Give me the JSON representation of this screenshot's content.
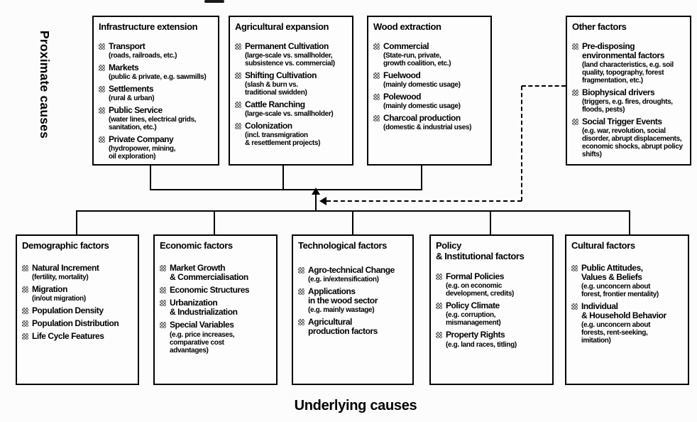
{
  "labels": {
    "proximate": "Proximate causes",
    "underlying": "Underlying causes"
  },
  "colors": {
    "line": "#000000",
    "background": "#fcfcfc",
    "bullet_dark": "#676767",
    "bullet_light": "#d9d9d9"
  },
  "icons": {
    "bullet": "checkered-square",
    "up_arrow": "solid-up-arrowhead",
    "left_arrow": "solid-left-arrowhead"
  },
  "proximate_boxes": [
    {
      "title": "Infrastructure extension",
      "items": [
        {
          "title": "Transport",
          "note": "(roads, railroads, etc.)"
        },
        {
          "title": "Markets",
          "note": "(public & private, e.g. sawmills)"
        },
        {
          "title": "Settlements",
          "note": "(rural & urban)"
        },
        {
          "title": "Public Service",
          "note": "(water lines, electrical grids,\nsanitation, etc.)"
        },
        {
          "title": "Private Company",
          "note": "(hydropower, mining,\noil exploration)"
        }
      ]
    },
    {
      "title": "Agricultural expansion",
      "items": [
        {
          "title": "Permanent Cultivation",
          "note": "(large-scale vs. smallholder,\nsubsistence vs. commercial)"
        },
        {
          "title": "Shifting Cultivation",
          "note": "(slash & burn vs.\ntraditional swidden)"
        },
        {
          "title": "Cattle Ranching",
          "note": "(large-scale vs. smallholder)"
        },
        {
          "title": "Colonization",
          "note": "(incl. transmigration\n& resettlement projects)"
        }
      ]
    },
    {
      "title": "Wood extraction",
      "items": [
        {
          "title": "Commercial",
          "note": "(State-run, private,\ngrowth coalition, etc.)"
        },
        {
          "title": "Fuelwood",
          "note": "(mainly domestic usage)"
        },
        {
          "title": "Polewood",
          "note": "(mainly domestic usage)"
        },
        {
          "title": "Charcoal production",
          "note": "(domestic & industrial uses)"
        }
      ]
    },
    {
      "title": "Other factors",
      "items": [
        {
          "title": "Pre-disposing\nenvironmental factors",
          "note": "(land characteristics, e.g. soil\nquality, topography, forest\nfragmentation, etc.)"
        },
        {
          "title": "Biophysical drivers",
          "note": "(triggers, e.g. fires, droughts,\nfloods, pests)"
        },
        {
          "title": "Social Trigger Events",
          "note": "(e.g. war, revolution, social\ndisorder, abrupt displacements,\neconomic shocks, abrupt policy\nshifts)"
        }
      ]
    }
  ],
  "underlying_boxes": [
    {
      "title": "Demographic factors",
      "items": [
        {
          "title": "Natural Increment",
          "note": "(fertility, mortality)"
        },
        {
          "title": "Migration",
          "note": "(in/out migration)"
        },
        {
          "title": "Population Density"
        },
        {
          "title": "Population Distribution"
        },
        {
          "title": "Life Cycle Features"
        }
      ]
    },
    {
      "title": "Economic factors",
      "items": [
        {
          "title": "Market Growth\n& Commercialisation"
        },
        {
          "title": "Economic Structures"
        },
        {
          "title": "Urbanization\n& Industrialization"
        },
        {
          "title": "Special Variables",
          "note": "(e.g. price increases,\ncomparative cost\nadvantages)"
        }
      ]
    },
    {
      "title": "Technological factors",
      "items": [
        {
          "title": "Agro-technical Change",
          "note": "(e.g. in/extensification)"
        },
        {
          "title": "Applications\nin the wood sector",
          "note": "(e.g. mainly wastage)"
        },
        {
          "title": "Agricultural\nproduction factors"
        }
      ]
    },
    {
      "title": "Policy\n& Institutional factors",
      "items": [
        {
          "title": "Formal Policies",
          "note": "(e.g. on economic\ndevelopment, credits)"
        },
        {
          "title": "Policy Climate",
          "note": "(e.g. corruption,\nmismanagement)"
        },
        {
          "title": "Property Rights",
          "note": "(e.g. land races, titling)"
        }
      ]
    },
    {
      "title": "Cultural factors",
      "items": [
        {
          "title": "Public Attitudes,\nValues & Beliefs",
          "note": "(e.g. unconcern about\nforest, frontier mentality)"
        },
        {
          "title": "Individual\n& Household Behavior",
          "note": "(e.g. unconcern about\nforests, rent-seeking,\nimitation)"
        }
      ]
    }
  ]
}
